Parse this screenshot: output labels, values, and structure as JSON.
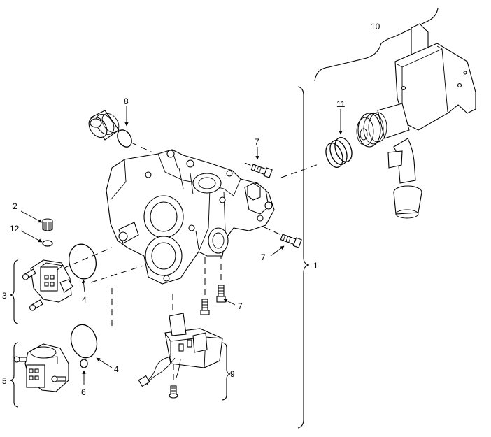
{
  "diagram": {
    "callouts": {
      "c1": "1",
      "c2": "2",
      "c3": "3",
      "c4a": "4",
      "c4b": "4",
      "c5": "5",
      "c6": "6",
      "c7a": "7",
      "c7b": "7",
      "c7c": "7",
      "c8": "8",
      "c9": "9",
      "c10": "10",
      "c11": "11",
      "c12": "12"
    }
  }
}
